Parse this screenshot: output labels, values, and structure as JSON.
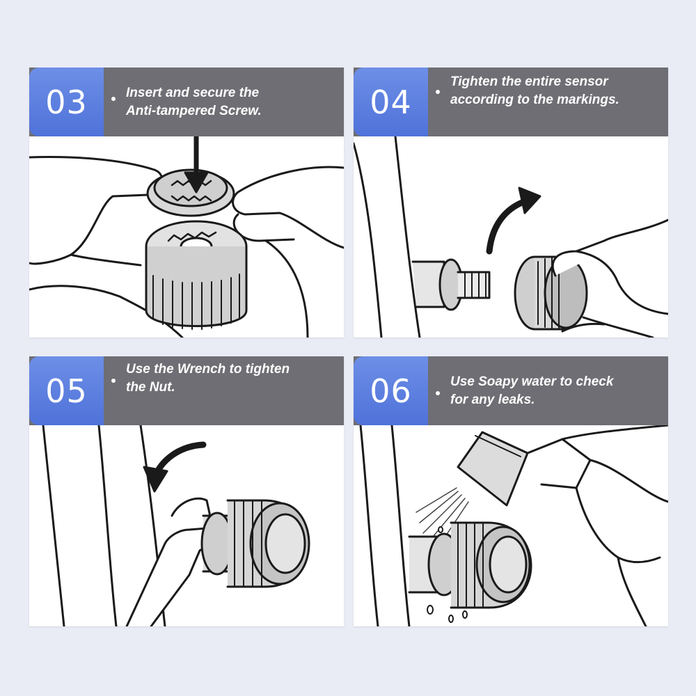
{
  "steps": [
    {
      "number": "03",
      "line1": "Insert and secure the",
      "line2": "Anti-tampered Screw.",
      "illustration": "hands-placing-screw-cap-on-sensor"
    },
    {
      "number": "04",
      "line1": "Tighten the entire sensor",
      "line2": "according to the markings.",
      "illustration": "hand-twisting-sensor-onto-valve"
    },
    {
      "number": "05",
      "line1": "Use the Wrench to tighten",
      "line2": "the Nut.",
      "illustration": "wrench-tightening-nut"
    },
    {
      "number": "06",
      "line1": "Use Soapy water to check",
      "line2": "for any leaks.",
      "illustration": "spray-bottle-leak-check"
    }
  ],
  "colors": {
    "background": "#eaecf5",
    "header_gray": "#6e6e74",
    "number_blue": "#5b7fe0",
    "text": "#ffffff"
  }
}
